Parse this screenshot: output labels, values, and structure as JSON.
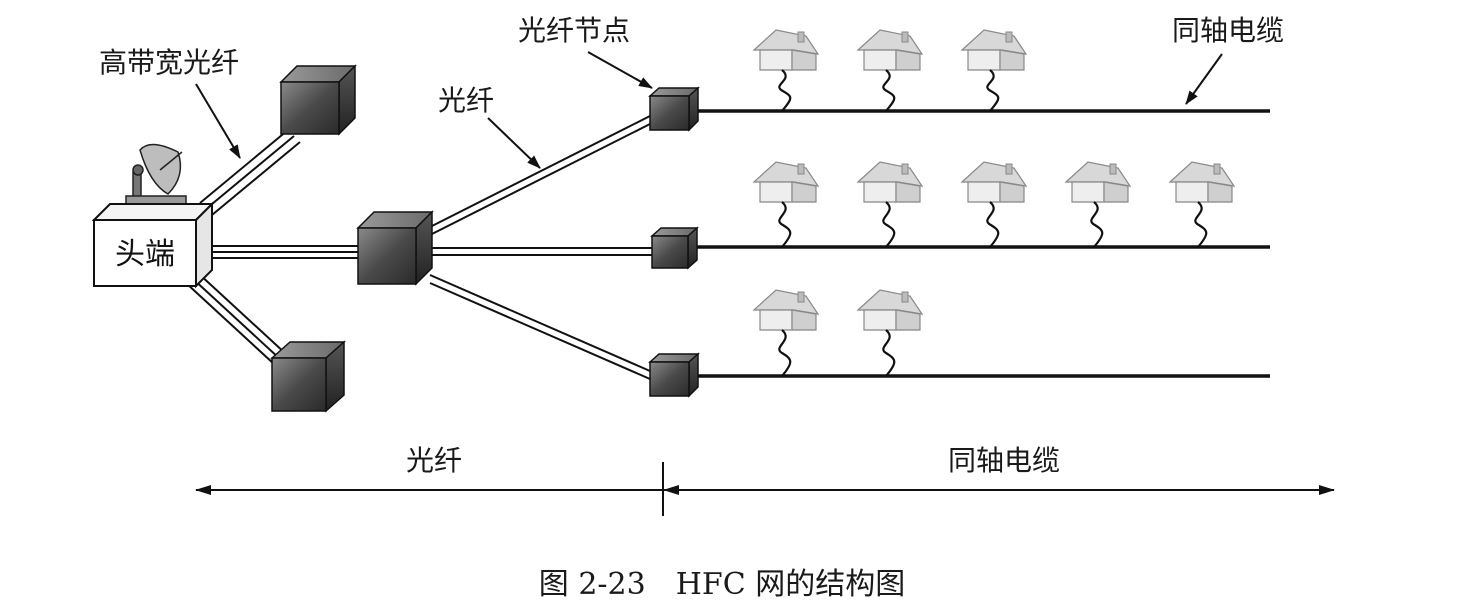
{
  "labels": {
    "high_bandwidth_fiber": "高带宽光纤",
    "fiber_node": "光纤节点",
    "fiber_branch": "光纤",
    "coax_top": "同轴电缆",
    "headend": "头端",
    "fiber_span": "光纤",
    "coax_span": "同轴电缆"
  },
  "caption": "图 2-23　HFC 网的结构图",
  "houses_per_line": [
    3,
    5,
    2
  ],
  "colors": {
    "line": "#111111",
    "box_dark": "#3a3a3a",
    "box_mid": "#6e6e6e",
    "house": "#d8d8d8"
  }
}
